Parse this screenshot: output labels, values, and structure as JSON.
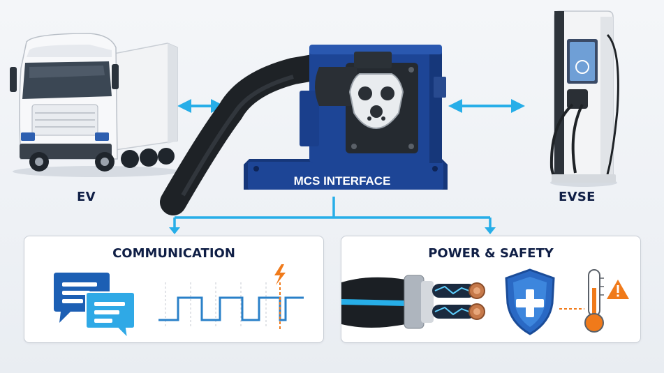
{
  "diagram": {
    "ev_label": "EV",
    "evse_label": "EVSE",
    "interface_label": "MCS INTERFACE",
    "panels": {
      "communication": {
        "title": "COMMUNICATION"
      },
      "power_safety": {
        "title": "POWER & SAFETY"
      }
    },
    "colors": {
      "arrow": "#27aee8",
      "navy": "#0f1e45",
      "interface_blue": "#1d4596",
      "signal": "#2a80c8",
      "warning": "#f07a1a"
    }
  }
}
